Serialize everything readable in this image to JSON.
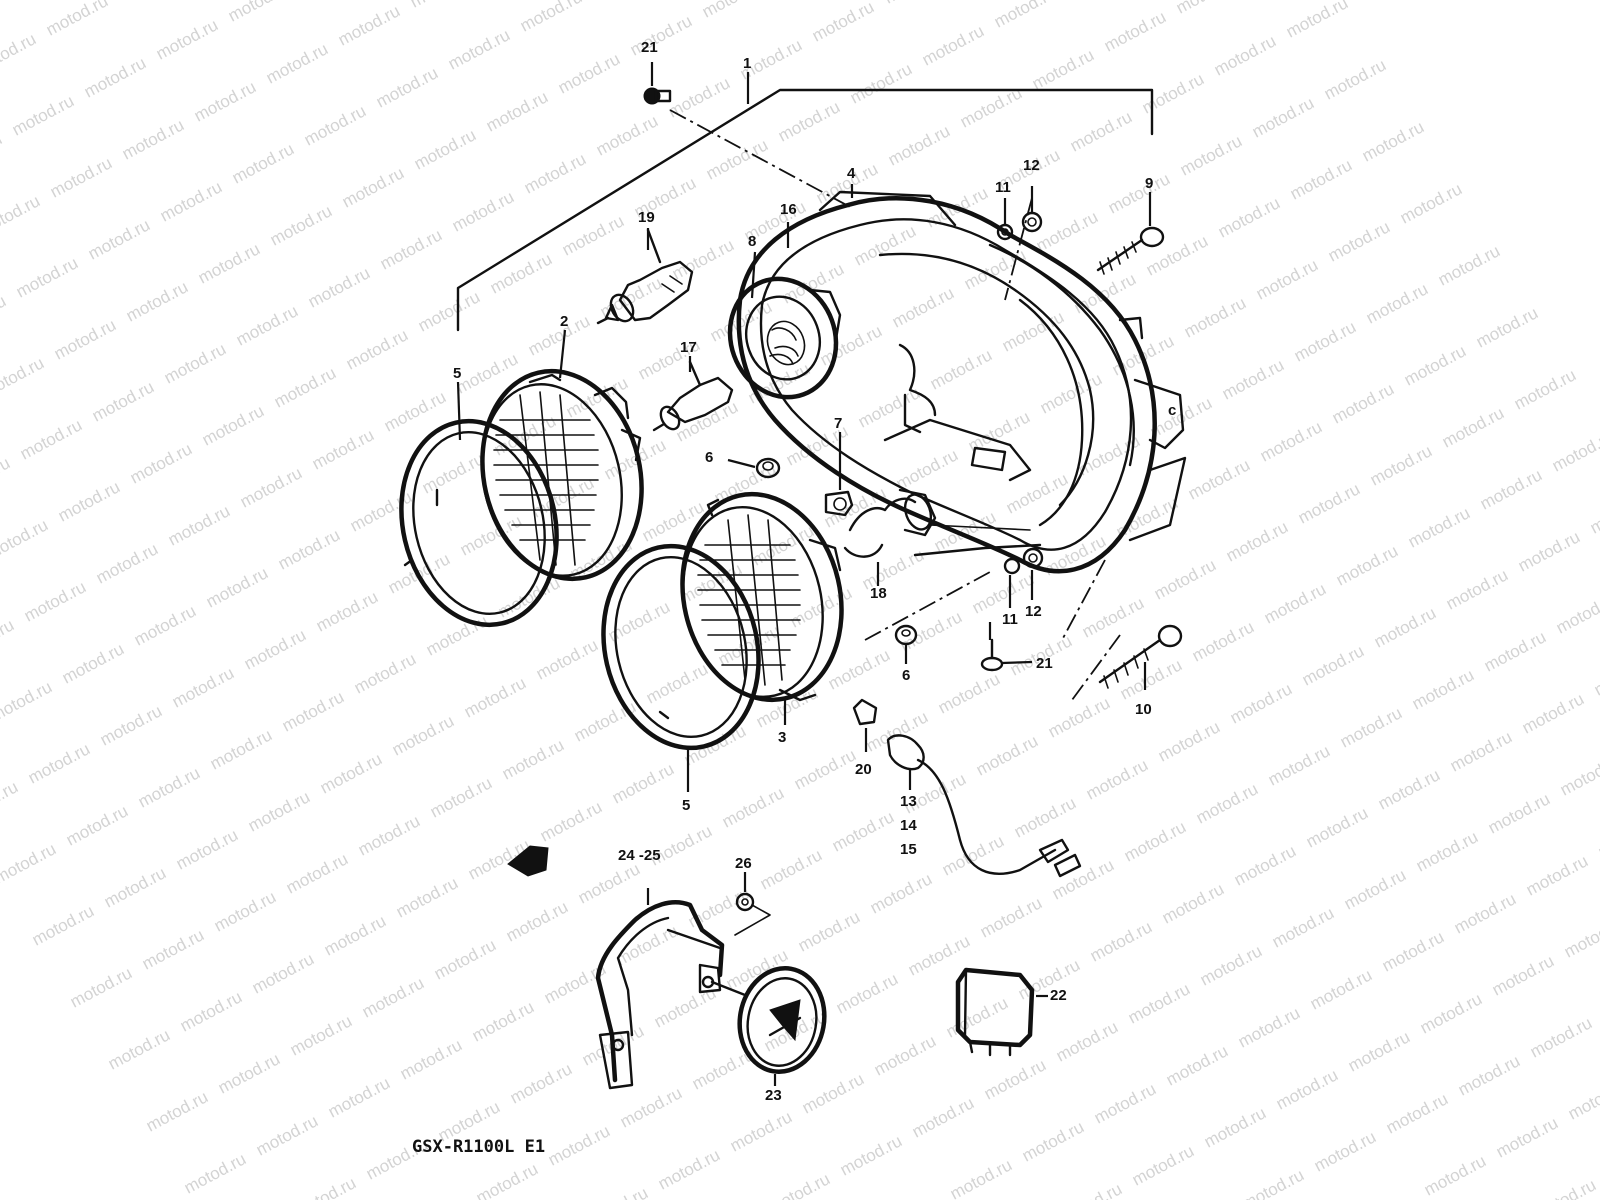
{
  "diagram": {
    "model_label": "GSX-R1100L E1",
    "watermark_text": "motod.ru",
    "part_labels": [
      {
        "id": "p1",
        "text": "1"
      },
      {
        "id": "p2",
        "text": "2"
      },
      {
        "id": "p3",
        "text": "3"
      },
      {
        "id": "p4",
        "text": "4"
      },
      {
        "id": "p5a",
        "text": "5"
      },
      {
        "id": "p5b",
        "text": "5"
      },
      {
        "id": "p6a",
        "text": "6"
      },
      {
        "id": "p6b",
        "text": "6"
      },
      {
        "id": "p7",
        "text": "7"
      },
      {
        "id": "p8",
        "text": "8"
      },
      {
        "id": "p9",
        "text": "9"
      },
      {
        "id": "p10",
        "text": "10"
      },
      {
        "id": "p11a",
        "text": "11"
      },
      {
        "id": "p11b",
        "text": "11"
      },
      {
        "id": "p12a",
        "text": "12"
      },
      {
        "id": "p12b",
        "text": "12"
      },
      {
        "id": "p13",
        "text": "13"
      },
      {
        "id": "p14",
        "text": "14"
      },
      {
        "id": "p15",
        "text": "15"
      },
      {
        "id": "p16",
        "text": "16"
      },
      {
        "id": "p17",
        "text": "17"
      },
      {
        "id": "p18",
        "text": "18"
      },
      {
        "id": "p19",
        "text": "19"
      },
      {
        "id": "p20",
        "text": "20"
      },
      {
        "id": "p21a",
        "text": "21"
      },
      {
        "id": "p21b",
        "text": "21"
      },
      {
        "id": "p22",
        "text": "22"
      },
      {
        "id": "p23",
        "text": "23"
      },
      {
        "id": "p2425",
        "text": "24 -25"
      },
      {
        "id": "p26",
        "text": "26"
      }
    ]
  }
}
